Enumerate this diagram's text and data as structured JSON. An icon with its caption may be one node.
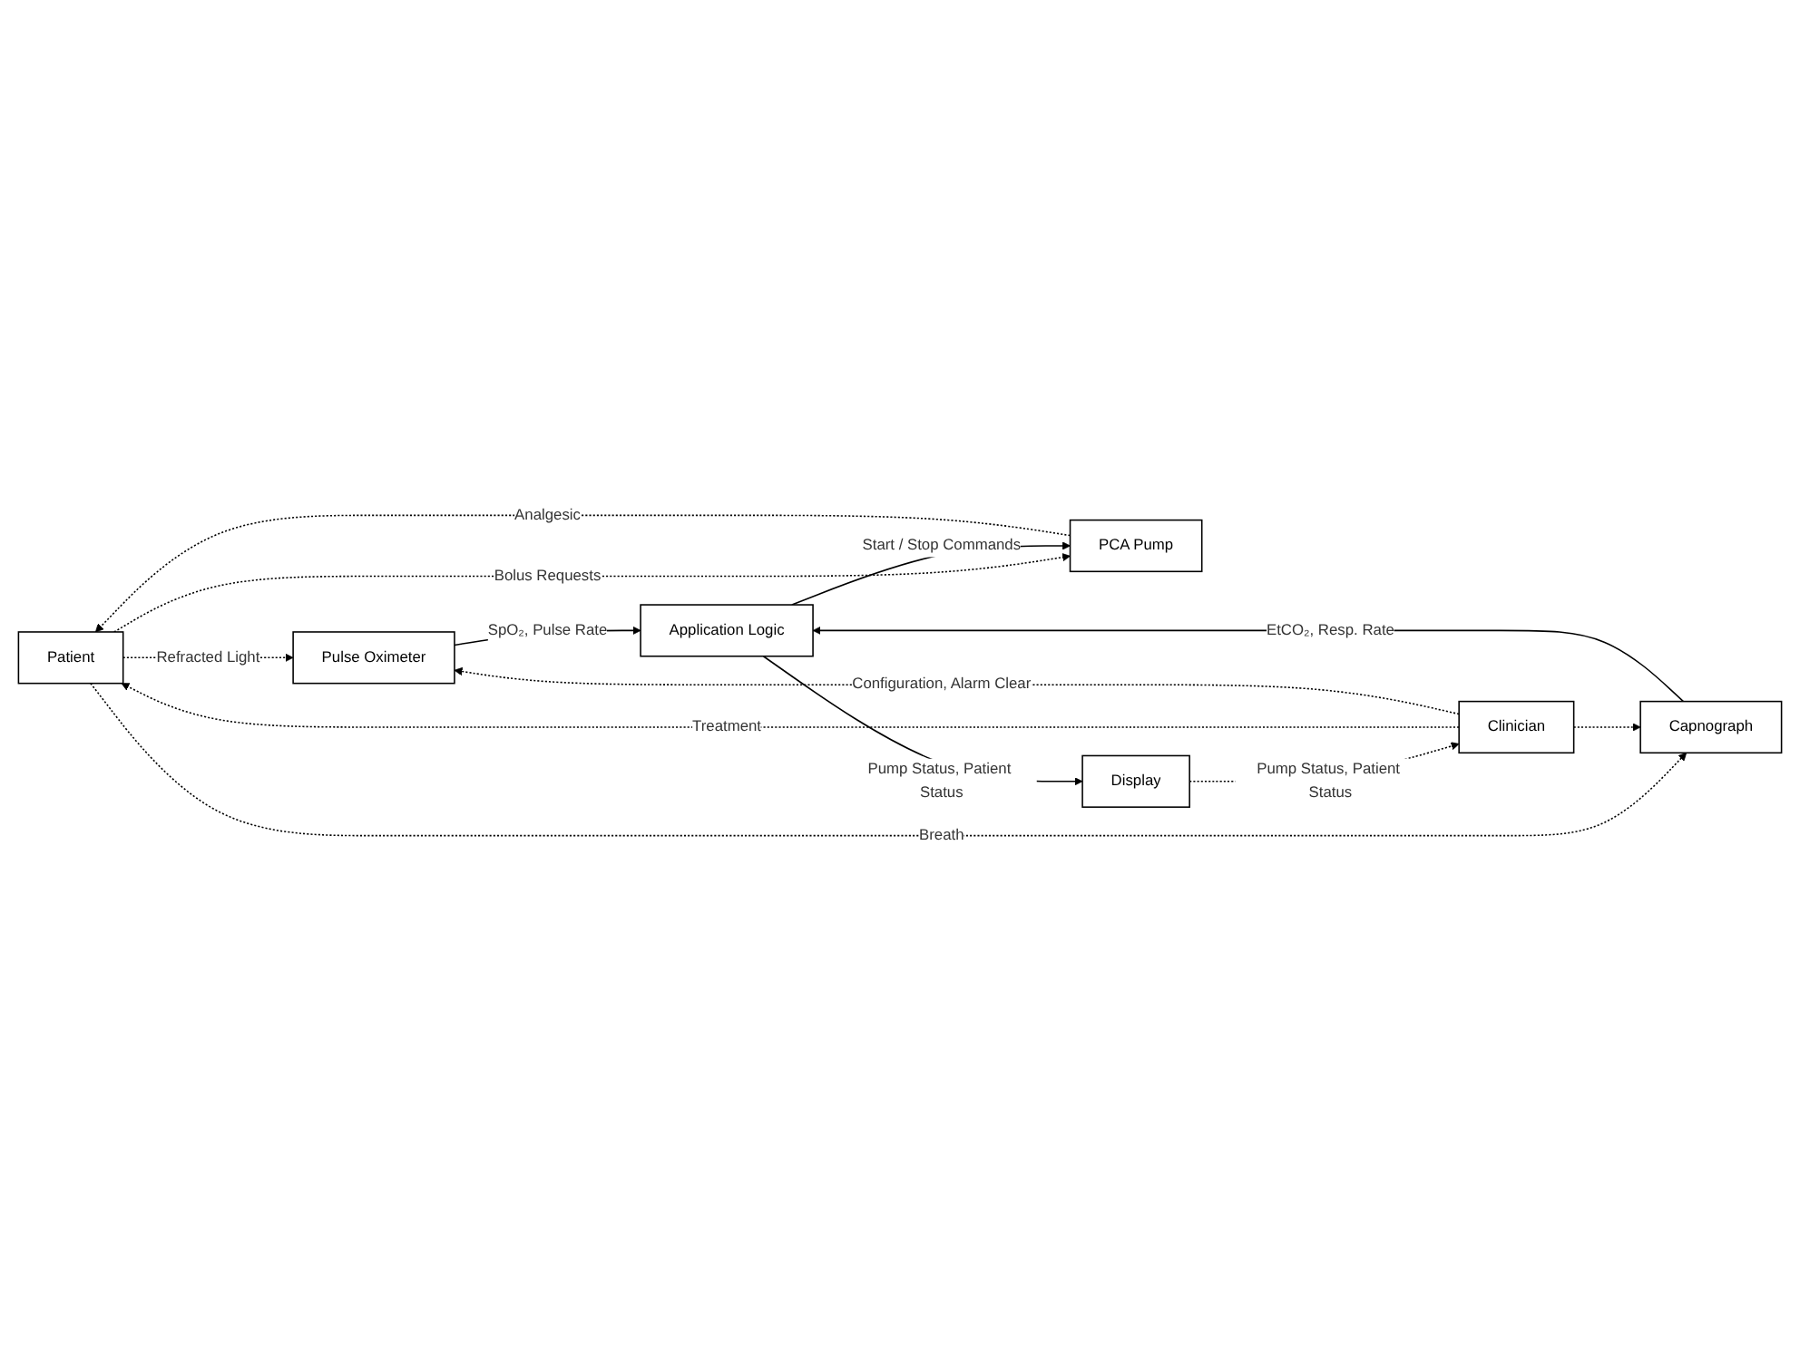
{
  "diagram": {
    "nodes": [
      {
        "text": [
          "Patient"
        ]
      },
      {
        "text": [
          "Capnograph"
        ]
      },
      {
        "text": [
          "Application Logic"
        ]
      },
      {
        "text": [
          "PCA Pump"
        ]
      },
      {
        "text": [
          "Pulse Oximeter"
        ]
      },
      {
        "text": [
          "Display"
        ]
      },
      {
        "text": [
          "Clinician"
        ]
      }
    ],
    "edges": [
      {
        "from": 0,
        "to": 4,
        "arrow": "to",
        "label": "Refracted Light",
        "style": "dashed"
      },
      {
        "from": 0,
        "to": 1,
        "arrow": "to",
        "label": "Breath",
        "style": "dashed"
      },
      {
        "from": 0,
        "to": 3,
        "arrow": "to",
        "label": "Bolus Requests",
        "style": "dashed"
      },
      {
        "from": 3,
        "to": 0,
        "arrow": "to",
        "label": "Analgesic",
        "style": "dashed"
      },
      {
        "from": 6,
        "to": 0,
        "arrow": "to",
        "label": "Treatment",
        "style": "dashed"
      },
      {
        "from": 1,
        "to": 2,
        "arrow": "to",
        "label": "EtCO₂, Resp. Rate"
      },
      {
        "from": 4,
        "to": 2,
        "arrow": "to",
        "label": "SpO₂, Pulse Rate"
      },
      {
        "from": 2,
        "to": 3,
        "arrow": "to",
        "label": "Start / Stop Commands"
      },
      {
        "from": 2,
        "to": 5,
        "arrow": "to",
        "label": "Pump Status, Patient Status"
      },
      {
        "from": 5,
        "to": 6,
        "arrow": "to",
        "label": "Pump Status, Patient Status",
        "style": "dashed"
      },
      {
        "from": 6,
        "to": 4,
        "arrow": "to",
        "label": "Configuration, Alarm Clear",
        "style": "dashed"
      },
      {
        "from": 6,
        "to": 1,
        "arrow": "to",
        "style": "dashed"
      }
    ]
  }
}
